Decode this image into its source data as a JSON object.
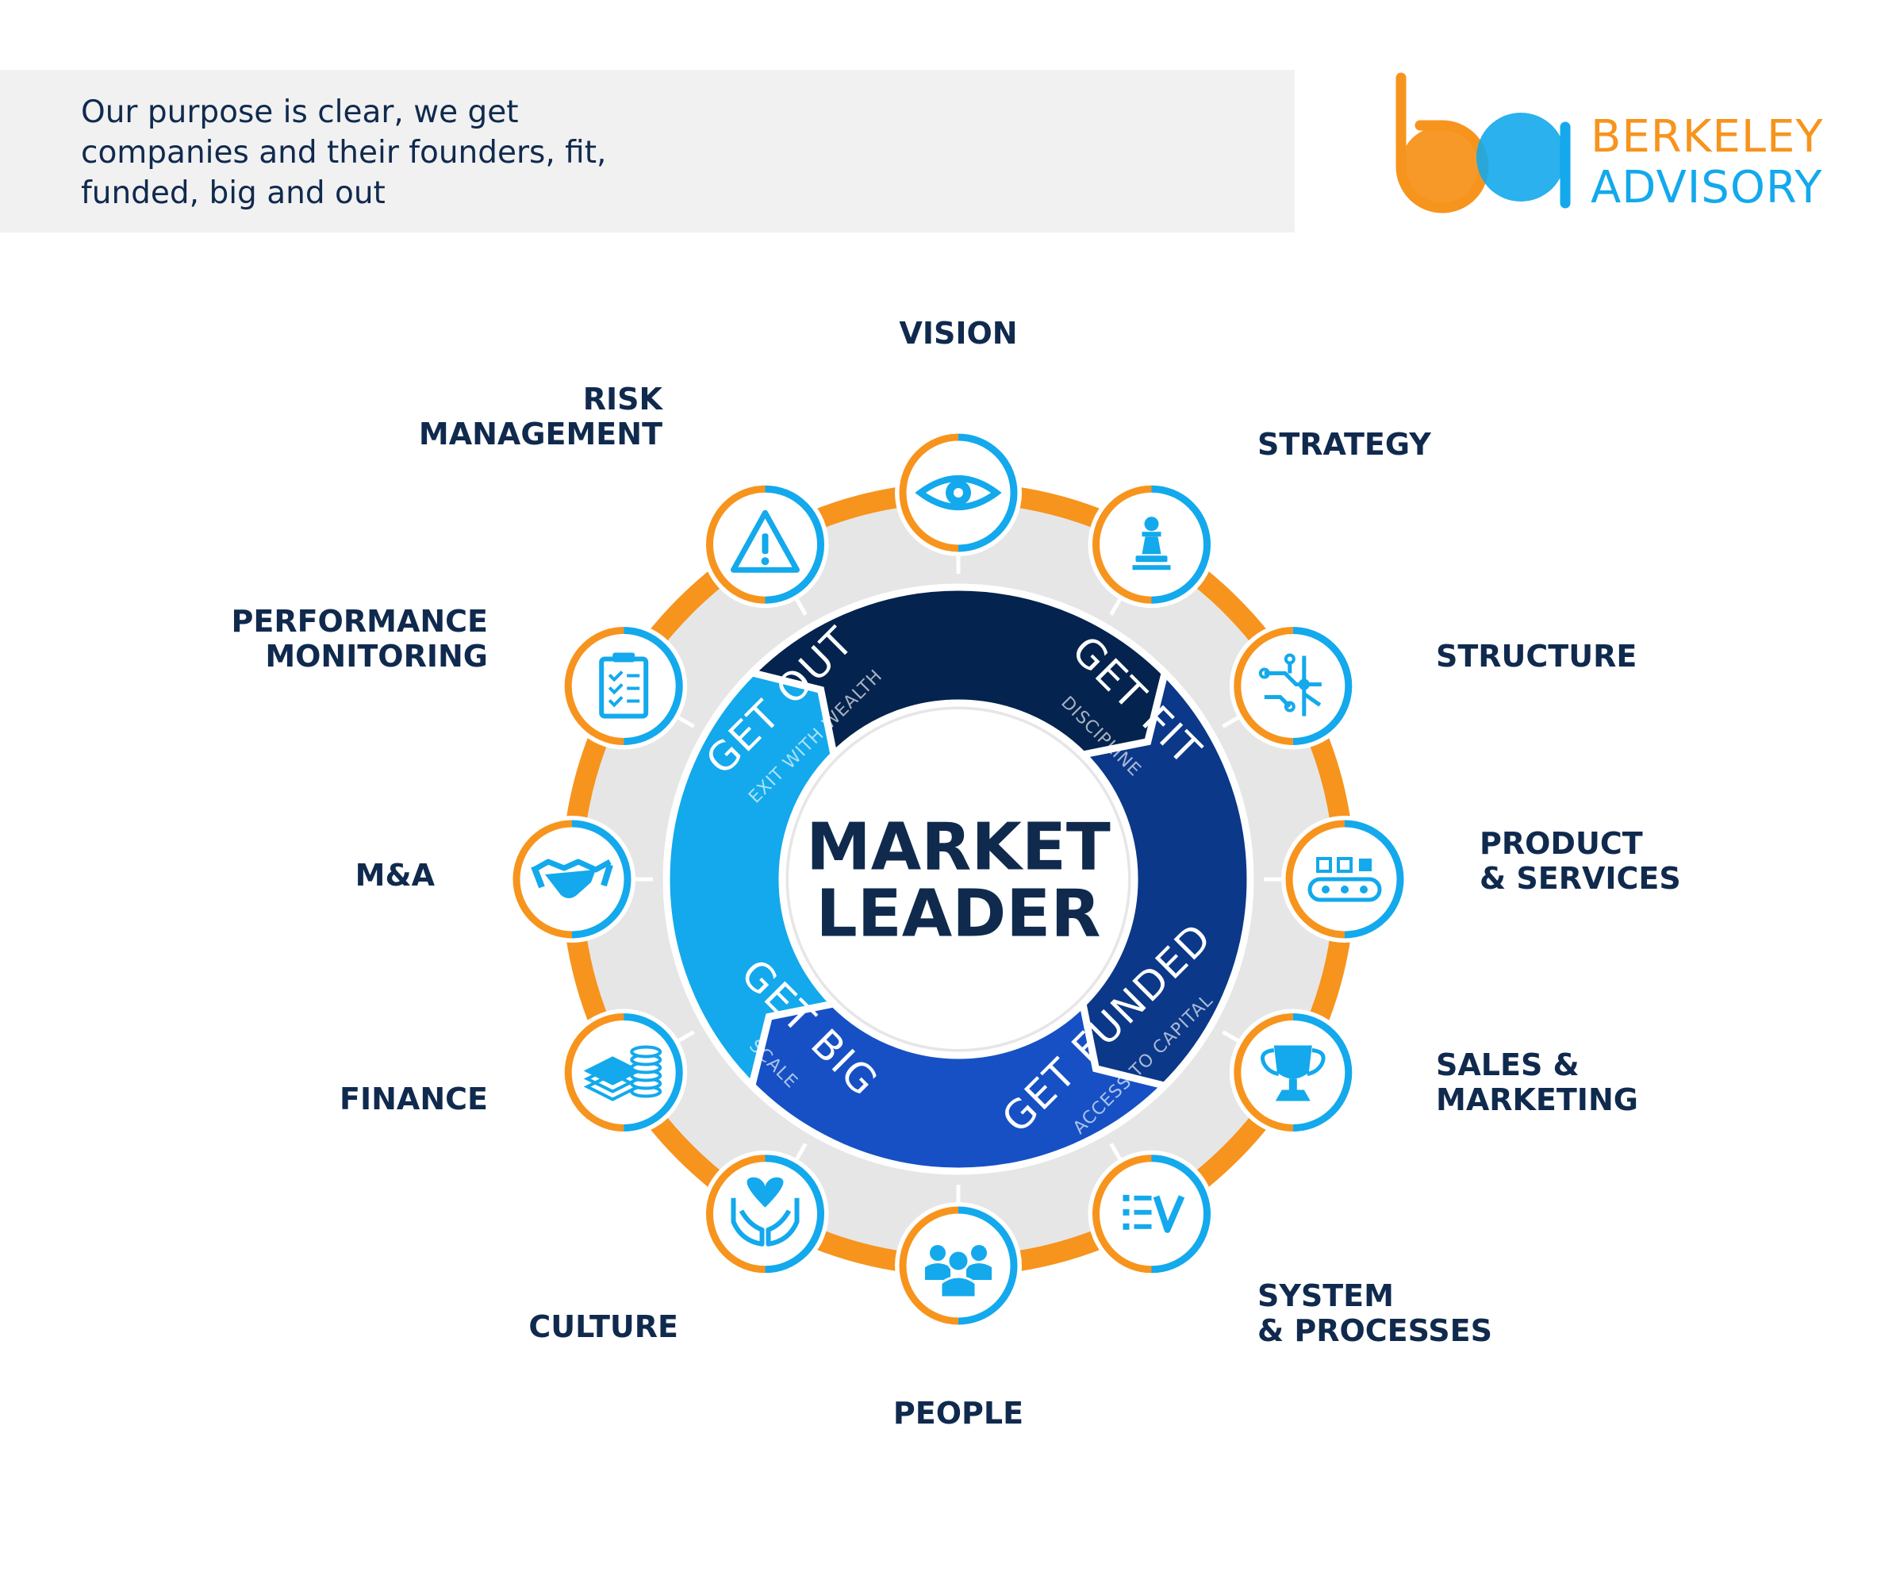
{
  "header": {
    "purpose_line_1": "Our purpose is clear, we get",
    "purpose_line_2": "companies and their founders, fit,",
    "purpose_line_3": "funded, big and out"
  },
  "logo": {
    "line_1": "BERKELEY",
    "line_2": "ADVISORY"
  },
  "center": {
    "line_1": "MARKET",
    "line_2": "LEADER"
  },
  "cycle": [
    {
      "key": "fit",
      "title": "GET FIT",
      "subtitle": "DISCIPLINE"
    },
    {
      "key": "funded",
      "title": "GET FUNDED",
      "subtitle": "ACCESS TO CAPITAL"
    },
    {
      "key": "big",
      "title": "GET BIG",
      "subtitle": "SCALE"
    },
    {
      "key": "out",
      "title": "GET OUT",
      "subtitle": "EXIT WITH WEALTH"
    }
  ],
  "nodes": [
    {
      "key": "vision",
      "lines": [
        "VISION"
      ],
      "icon": "eye-icon"
    },
    {
      "key": "strategy",
      "lines": [
        "STRATEGY"
      ],
      "icon": "chess-pawn-icon"
    },
    {
      "key": "structure",
      "lines": [
        "STRUCTURE"
      ],
      "icon": "circuit-icon"
    },
    {
      "key": "product",
      "lines": [
        "PRODUCT",
        "& SERVICES"
      ],
      "icon": "conveyor-icon"
    },
    {
      "key": "sales",
      "lines": [
        "SALES &",
        "MARKETING"
      ],
      "icon": "trophy-icon"
    },
    {
      "key": "system",
      "lines": [
        "SYSTEM",
        "& PROCESSES"
      ],
      "icon": "list-check-icon"
    },
    {
      "key": "people",
      "lines": [
        "PEOPLE"
      ],
      "icon": "people-icon"
    },
    {
      "key": "culture",
      "lines": [
        "CULTURE"
      ],
      "icon": "heart-hands-icon"
    },
    {
      "key": "finance",
      "lines": [
        "FINANCE"
      ],
      "icon": "money-stack-icon"
    },
    {
      "key": "ma",
      "lines": [
        "M&A"
      ],
      "icon": "handshake-icon"
    },
    {
      "key": "performance",
      "lines": [
        "PERFORMANCE",
        "MONITORING"
      ],
      "icon": "clipboard-check-icon"
    },
    {
      "key": "risk",
      "lines": [
        "RISK",
        "MANAGEMENT"
      ],
      "icon": "warning-icon"
    }
  ],
  "colors": {
    "orange": "#f7941d",
    "blue": "#13a9ec",
    "navy": "#102a4e",
    "ring_fill": "#e6e6e6",
    "get_out": "#13a9ec",
    "get_fit": "#04234e",
    "get_funded": "#0b3888",
    "get_big": "#1650c4"
  }
}
